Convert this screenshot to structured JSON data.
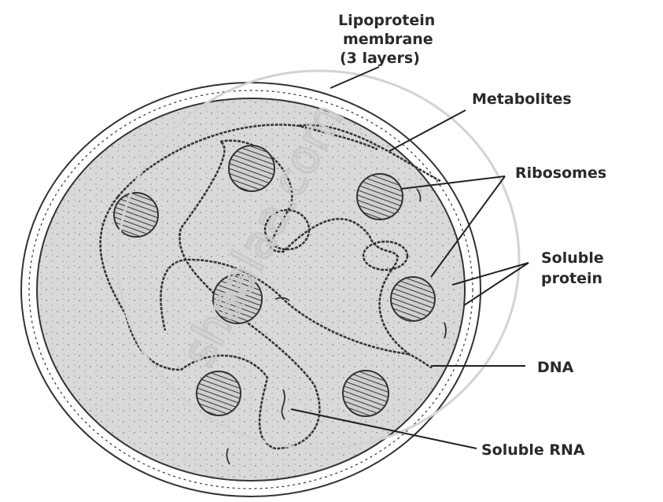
{
  "labels": {
    "membrane_line1": "Lipoprotein",
    "membrane_line2": "membrane",
    "membrane_line3": "(3 layers)",
    "metabolites": "Metabolites",
    "ribosomes": "Ribosomes",
    "soluble_protein_line1": "Soluble",
    "soluble_protein_line2": "protein",
    "dna": "DNA",
    "soluble_rna": "Soluble RNA"
  },
  "watermark": "shaalaa.com",
  "colors": {
    "cytoplasm": "#d9d9d9",
    "ink": "#2a2a2a",
    "watermark": "#c9c9c9"
  }
}
